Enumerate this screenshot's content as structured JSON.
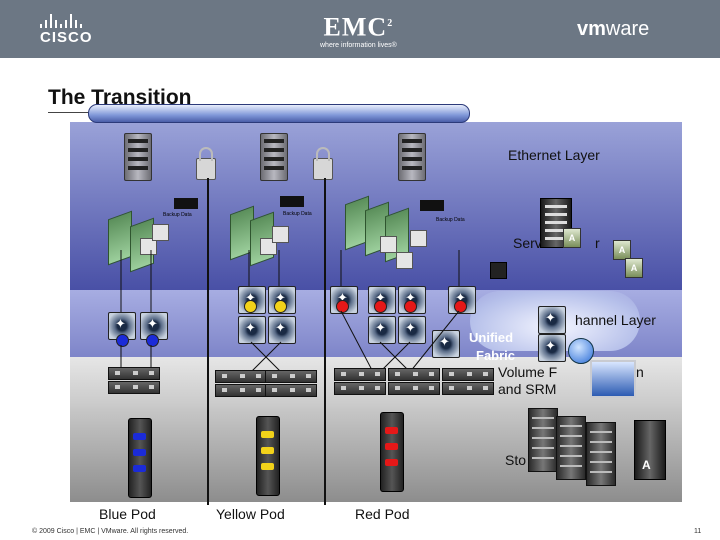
{
  "header": {
    "cisco_logo": "CISCO",
    "emc_logo": "EMC",
    "emc_superscript": "2",
    "emc_tagline": "where information lives®",
    "vmware_logo_prefix": "vm",
    "vmware_logo_suffix": "ware"
  },
  "slide": {
    "title": "The Transition"
  },
  "layers": {
    "ethernet": "Ethernet Layer",
    "server_partial": "Serv",
    "server_partial_end": "r",
    "fc_partial": "hannel Layer",
    "unified_fabric_line1": "Unified",
    "unified_fabric_line2": "Fabric",
    "volume_line1_start": "Volume F",
    "volume_line1_end": "n",
    "volume_line2": "and SRM",
    "storage_partial": "Sto"
  },
  "pods": {
    "blue": "Blue Pod",
    "yellow": "Yellow Pod",
    "red": "Red Pod"
  },
  "backup_labels": [
    "Backup Data",
    "Backup Data",
    "Backup Data"
  ],
  "array_badge": "A",
  "footer": {
    "copyright": "© 2009 Cisco | EMC | VMware. All rights reserved.",
    "page_number": "11"
  }
}
